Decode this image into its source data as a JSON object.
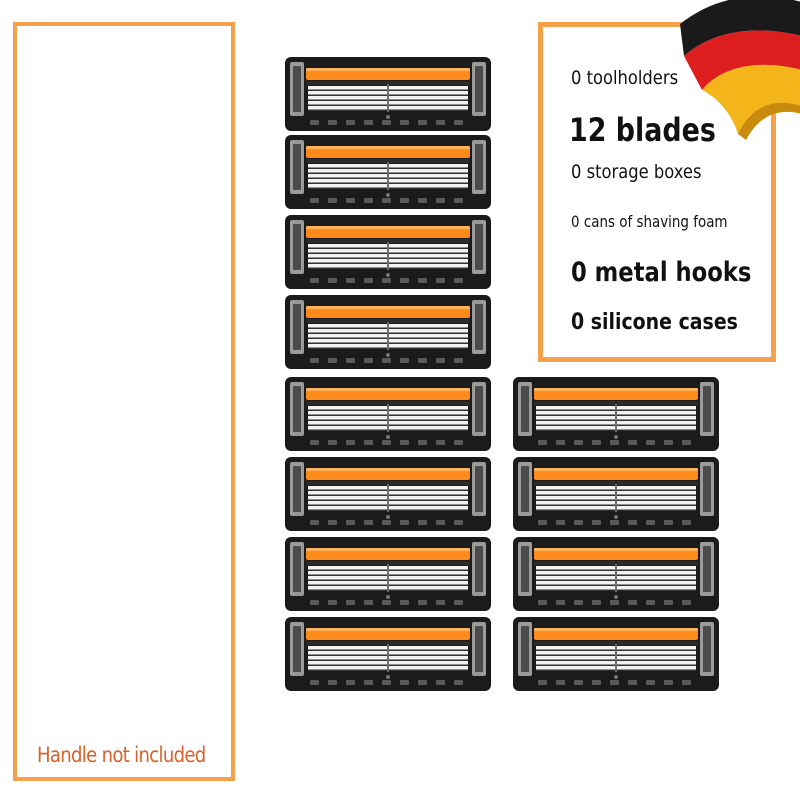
{
  "handle_note": "Handle not included",
  "contents": [
    "0 toolholders",
    "12 blades",
    "0 storage boxes",
    "0 cans of shaving foam",
    "0 metal hooks",
    "0 silicone cases"
  ],
  "colors": {
    "accent_border": "#f5a04a",
    "note_text": "#d9622a",
    "blade_strip": "#ff8a1c",
    "cartridge_body": "#1b1b1b"
  },
  "flag_icon": "germany-flag-icon",
  "blade_count": 12
}
